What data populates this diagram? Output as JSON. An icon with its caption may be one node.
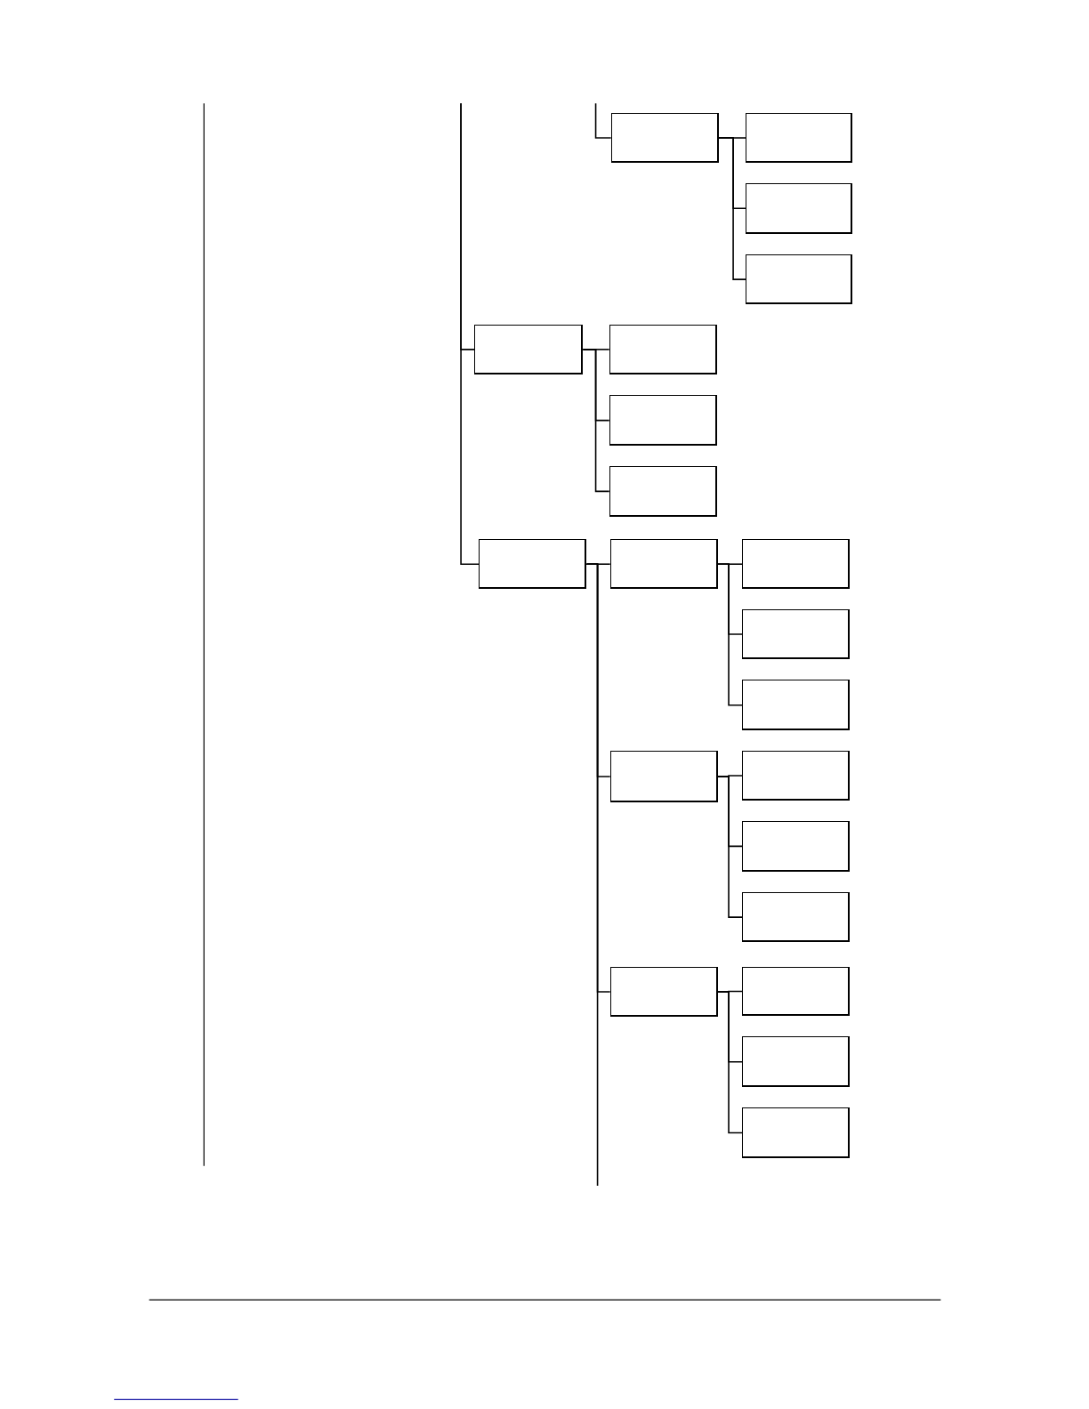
{
  "diagram": {
    "nodes": [
      {
        "text": [],
        "shape": "box"
      },
      {
        "text": [],
        "shape": "box"
      },
      {
        "text": [],
        "shape": "box"
      },
      {
        "text": [],
        "shape": "box"
      },
      {
        "text": [],
        "shape": "box"
      },
      {
        "text": [],
        "shape": "box"
      },
      {
        "text": [],
        "shape": "box"
      },
      {
        "text": [],
        "shape": "box"
      },
      {
        "text": [],
        "shape": "box"
      },
      {
        "text": [],
        "shape": "box"
      },
      {
        "text": [],
        "shape": "box"
      },
      {
        "text": [],
        "shape": "box"
      },
      {
        "text": [],
        "shape": "box"
      },
      {
        "text": [],
        "shape": "box"
      },
      {
        "text": [],
        "shape": "box"
      },
      {
        "text": [],
        "shape": "box"
      },
      {
        "text": [],
        "shape": "box"
      },
      {
        "text": [],
        "shape": "box"
      },
      {
        "text": [],
        "shape": "box"
      },
      {
        "text": [],
        "shape": "box"
      },
      {
        "text": [],
        "shape": "box"
      }
    ],
    "edges": [
      {
        "from": null,
        "to": 0,
        "arrow": "none"
      },
      {
        "from": 0,
        "to": 1,
        "arrow": "none"
      },
      {
        "from": 0,
        "to": 2,
        "arrow": "none"
      },
      {
        "from": 0,
        "to": 3,
        "arrow": "none"
      },
      {
        "from": null,
        "to": 4,
        "arrow": "none"
      },
      {
        "from": null,
        "to": 8,
        "arrow": "none"
      },
      {
        "from": 4,
        "to": 5,
        "arrow": "none"
      },
      {
        "from": 4,
        "to": 6,
        "arrow": "none"
      },
      {
        "from": 4,
        "to": 7,
        "arrow": "none"
      },
      {
        "from": 8,
        "to": 9,
        "arrow": "none"
      },
      {
        "from": 8,
        "to": 13,
        "arrow": "none"
      },
      {
        "from": 8,
        "to": 17,
        "arrow": "none"
      },
      {
        "from": 8,
        "to": null,
        "arrow": "none"
      },
      {
        "from": 9,
        "to": 10,
        "arrow": "none"
      },
      {
        "from": 9,
        "to": 11,
        "arrow": "none"
      },
      {
        "from": 9,
        "to": 12,
        "arrow": "none"
      },
      {
        "from": 13,
        "to": 14,
        "arrow": "none"
      },
      {
        "from": 13,
        "to": 15,
        "arrow": "none"
      },
      {
        "from": 13,
        "to": 16,
        "arrow": "none"
      },
      {
        "from": 17,
        "to": 18,
        "arrow": "none"
      },
      {
        "from": 17,
        "to": 19,
        "arrow": "none"
      },
      {
        "from": 17,
        "to": 20,
        "arrow": "none"
      }
    ]
  }
}
